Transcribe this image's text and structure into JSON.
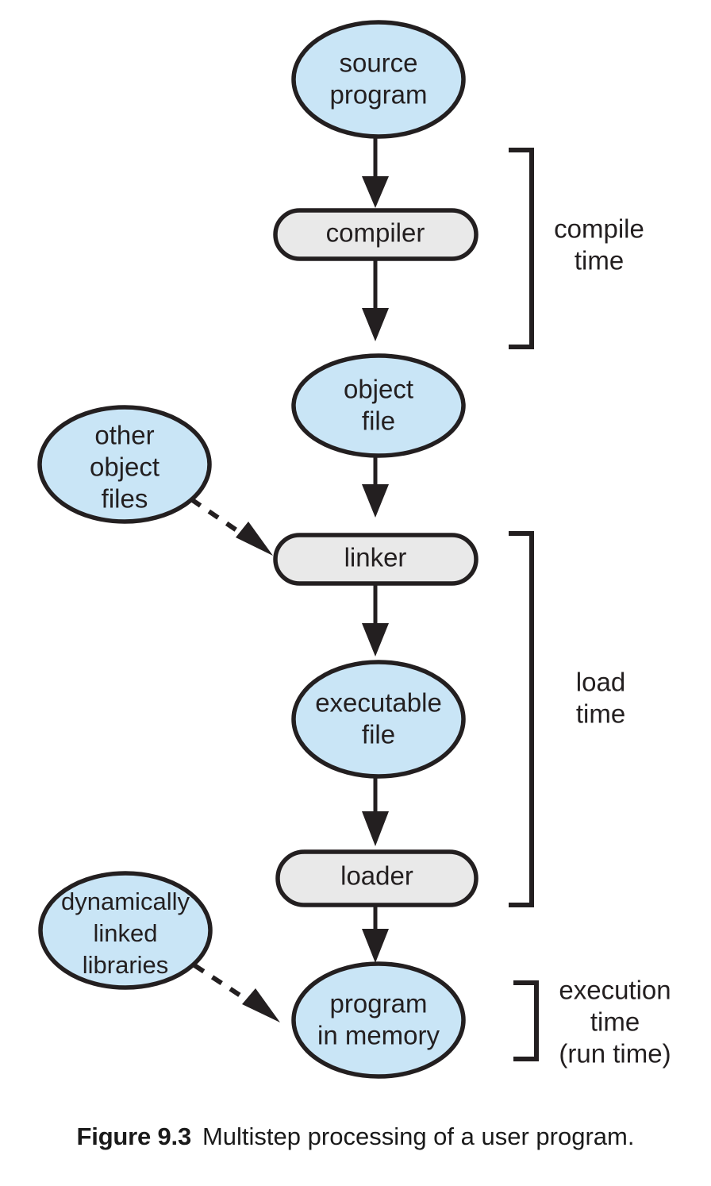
{
  "figure": {
    "caption_label": "Figure 9.3",
    "caption_text": "Multistep processing of a user program.",
    "colors": {
      "node_fill_blue": "#c9e5f6",
      "node_fill_gray": "#e9e9e9",
      "stroke": "#231f20",
      "background": "#ffffff",
      "text": "#231f20"
    }
  },
  "nodes": {
    "source_program": {
      "line1": "source",
      "line2": "program",
      "shape": "ellipse",
      "fill": "blue"
    },
    "compiler": {
      "line1": "compiler",
      "shape": "stadium",
      "fill": "gray"
    },
    "object_file": {
      "line1": "object",
      "line2": "file",
      "shape": "ellipse",
      "fill": "blue"
    },
    "other_object_files": {
      "line1": "other",
      "line2": "object",
      "line3": "files",
      "shape": "ellipse",
      "fill": "blue"
    },
    "linker": {
      "line1": "linker",
      "shape": "stadium",
      "fill": "gray"
    },
    "executable_file": {
      "line1": "executable",
      "line2": "file",
      "shape": "ellipse",
      "fill": "blue"
    },
    "loader": {
      "line1": "loader",
      "shape": "stadium",
      "fill": "gray"
    },
    "dynamically_linked_libraries": {
      "line1": "dynamically",
      "line2": "linked",
      "line3": "libraries",
      "shape": "ellipse",
      "fill": "blue"
    },
    "program_in_memory": {
      "line1": "program",
      "line2": "in memory",
      "shape": "ellipse",
      "fill": "blue"
    }
  },
  "brackets": {
    "compile_time": {
      "line1": "compile",
      "line2": "time"
    },
    "load_time": {
      "line1": "load",
      "line2": "time"
    },
    "execution_time": {
      "line1": "execution",
      "line2": "time",
      "line3": "(run time)"
    }
  },
  "edges": [
    {
      "from": "source_program",
      "to": "compiler",
      "style": "solid"
    },
    {
      "from": "compiler",
      "to": "object_file",
      "style": "solid"
    },
    {
      "from": "object_file",
      "to": "linker",
      "style": "solid"
    },
    {
      "from": "other_object_files",
      "to": "linker",
      "style": "dashed"
    },
    {
      "from": "linker",
      "to": "executable_file",
      "style": "solid"
    },
    {
      "from": "executable_file",
      "to": "loader",
      "style": "solid"
    },
    {
      "from": "loader",
      "to": "program_in_memory",
      "style": "solid"
    },
    {
      "from": "dynamically_linked_libraries",
      "to": "program_in_memory",
      "style": "dashed"
    }
  ]
}
